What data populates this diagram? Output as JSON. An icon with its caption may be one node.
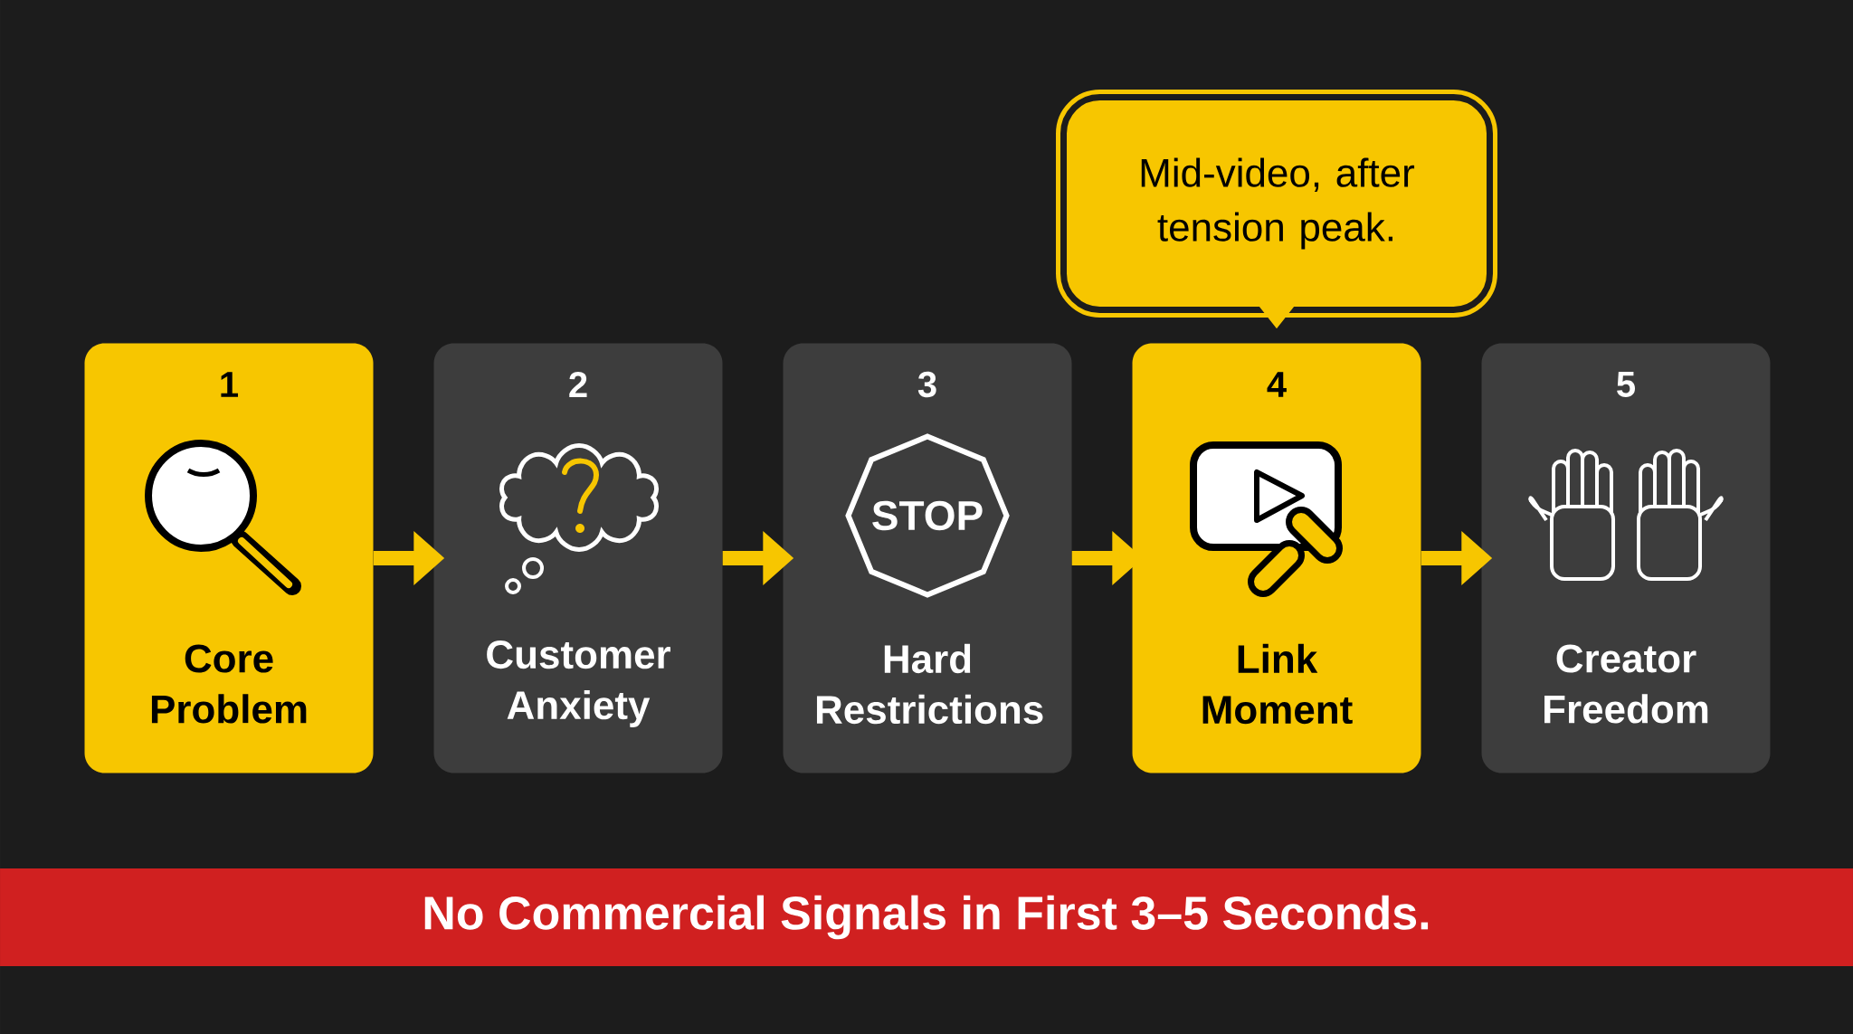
{
  "diagram": {
    "nodes": [
      {
        "text": [
          "1",
          "Core Problem"
        ]
      },
      {
        "text": [
          "2",
          "Customer Anxiety"
        ]
      },
      {
        "text": [
          "3",
          "Hard Restrictions"
        ]
      },
      {
        "text": [
          "4",
          "Link Moment"
        ]
      },
      {
        "text": [
          "5",
          "Creator Freedom"
        ]
      },
      {
        "text": [
          "Mid-video, after tension peak."
        ]
      }
    ],
    "edges": [
      {
        "from": 0,
        "to": 1,
        "arrow": "to"
      },
      {
        "from": 1,
        "to": 2,
        "arrow": "to"
      },
      {
        "from": 2,
        "to": 3,
        "arrow": "to"
      },
      {
        "from": 3,
        "to": 4,
        "arrow": "to"
      },
      {
        "from": 5,
        "to": 3,
        "arrow": "to"
      }
    ],
    "labels": [
      "STOP",
      "No Commercial Signals in First 3–5 Seconds."
    ]
  }
}
